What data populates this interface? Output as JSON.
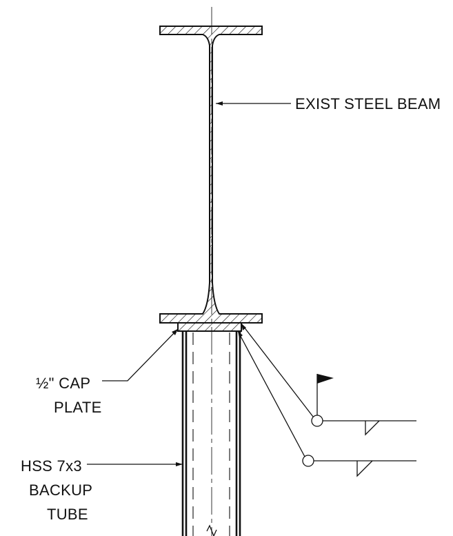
{
  "labels": {
    "beam": "EXIST STEEL BEAM",
    "cap_plate_line1": "½\" CAP",
    "cap_plate_line2": "PLATE",
    "tube_line1": "HSS 7x3",
    "tube_line2": "BACKUP",
    "tube_line3": "TUBE"
  },
  "colors": {
    "ink": "#111111",
    "background": "#ffffff"
  }
}
